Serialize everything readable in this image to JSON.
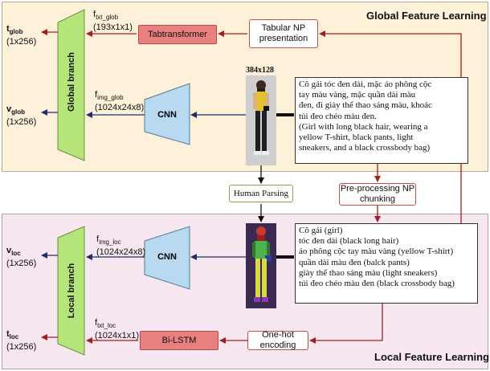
{
  "panels": {
    "global_title": "Global Feature Learning",
    "local_title": "Local Feature Learning"
  },
  "global": {
    "t_label": "t",
    "t_sub": "glob",
    "t_dim": "(1x256)",
    "v_label": "v",
    "v_sub": "glob",
    "v_dim": "(1x256)",
    "branch": "Global branch",
    "f_txt_label": "f",
    "f_txt_sub": "txt_glob",
    "f_txt_dim": "(193x1x1)",
    "f_img_label": "f",
    "f_img_sub": "img_glob",
    "f_img_dim": "(1024x24x8)",
    "tabtransformer": "Tabtransformer",
    "tabular_np": "Tabular NP presentation",
    "cnn": "CNN",
    "image_size": "384x128",
    "description_lines": [
      "Cô gái tóc đen dài, mặc áo phông cộc",
      "tay màu vàng, mặc quần dài màu",
      "đen, đi giày thể thao sáng màu, khoác",
      "túi đeo chéo màu đen.",
      "(Girl with long black hair, wearing a",
      "yellow T-shirt, black pants, light",
      "sneakers, and a black crossbody bag)"
    ]
  },
  "middle": {
    "human_parsing": "Human Parsing",
    "preprocessing": "Pre-processing NP chunking"
  },
  "local": {
    "v_label": "v",
    "v_sub": "loc",
    "v_dim": "(1x256)",
    "t_label": "t",
    "t_sub": "loc",
    "t_dim": "(1x256)",
    "branch": "Local branch",
    "f_img_label": "f",
    "f_img_sub": "img_loc",
    "f_img_dim": "(1024x24x8)",
    "f_txt_label": "f",
    "f_txt_sub": "txt_loc",
    "f_txt_dim": "(1024x1x1)",
    "cnn": "CNN",
    "bilstm": "Bi-LSTM",
    "onehot": "One-hot encoding",
    "np_lines": [
      "Cô gái (girl)",
      "tóc đen dài (black long hair)",
      "áo phông cộc tay màu vàng (yellow T-shirt)",
      "quần dài màu đen (balck pants)",
      "giày thể thao sáng màu (light sneakers)",
      "túi đeo chéo màu đen (black crossbody bag)"
    ]
  },
  "colors": {
    "branch_fill": "#b5e57a",
    "cnn_fill": "#b8d9ef",
    "red_arrow": "#a31f1f",
    "navy_arrow": "#1f2f6b"
  },
  "icons": {
    "person": "pedestrian-photo",
    "parsing": "human-parsing-mask"
  }
}
